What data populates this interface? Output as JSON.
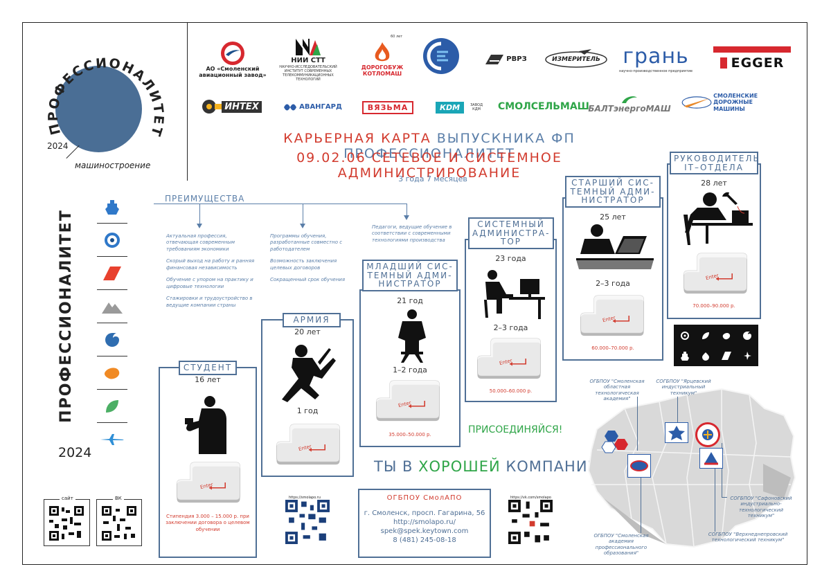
{
  "brand": {
    "arc_text": "ПРОФЕССИОНАЛИТЕТ",
    "year": "2024",
    "subtitle": "машиностроение",
    "vertical_title": "ПРОФЕССИОНАЛИТЕТ",
    "vertical_year": "2024",
    "colors": {
      "blue": "#4a6e95",
      "red": "#d23b2e",
      "green": "#2fa548",
      "orange": "#f08a24"
    }
  },
  "icons": [
    "ship-icon",
    "ring-icon",
    "parallelogram-icon",
    "mountain-icon",
    "swirl-icon",
    "blob-icon",
    "leaf-icon",
    "airplane-icon"
  ],
  "logos": {
    "row1": [
      {
        "name": "АО «Смоленский авиационный завод»"
      },
      {
        "name": "НИИ СТТ",
        "caption": "НАУЧНО-ИССЛЕДОВАТЕЛЬСКИЙ ИНСТИТУТ СОВРЕМЕННЫХ ТЕЛЕКОММУНИКАЦИОННЫХ ТЕХНОЛОГИЙ"
      },
      {
        "name": "ДОРОГОБУЖ КОТЛОМАШ",
        "badge": "60 лет"
      },
      {
        "name": ""
      },
      {
        "name": "РВРЗ"
      },
      {
        "name": "ИЗМЕРИТЕЛЬ"
      },
      {
        "name": "грань",
        "caption": "научно-производственное предприятие"
      },
      {
        "name": "EGGER"
      }
    ],
    "row2": [
      {
        "name": "ИНТЕХ"
      },
      {
        "name": "АВАНГАРД"
      },
      {
        "name": "ВЯЗЬМА"
      },
      {
        "name": "КDМ",
        "caption": "ЗАВОД КДМ"
      },
      {
        "name": "СМОЛСЕЛЬМАШ"
      },
      {
        "name": "БАЛТэнергоМАШ"
      },
      {
        "name": "СМОЛЕНСКИЕ ДОРОЖНЫЕ МАШИНЫ"
      }
    ]
  },
  "title": {
    "line1_red": "КАРЬЕРНАЯ КАРТА",
    "line1_blue": "ВЫПУСКНИКА ФП ПРОФЕССИОНАЛИТЕТ",
    "line2": "09.02.06 СЕТЕВОЕ И СИСТЕМНОЕ АДМИНИСТРИРОВАНИЕ",
    "duration": "3 года 7 месяцев"
  },
  "benefits": {
    "label": "ПРЕИМУЩЕСТВА",
    "col1": [
      "Актуальная профессия, отвечающая современным требованиям экономики",
      "Скорый выход на работу и ранняя финансовая независимость",
      "Обучение с упором на практику и цифровые технологии",
      "Стажировки и трудоустройство в ведущие компании страны"
    ],
    "col2": [
      "Программы обучения, разработанные совместно с работодателем",
      "Возможность заключения целевых договоров",
      "Сокращенный срок обучения"
    ],
    "col3": [
      "Педагоги, ведущие обучение в соответствии с современными технологиями производства"
    ]
  },
  "career": {
    "student": {
      "label": "СТУДЕНТ",
      "age": "16 лет",
      "salary": "Стипендия 3.000 – 15.000 р. при заключении договора о целевом обучении"
    },
    "army": {
      "label": "АРМИЯ",
      "age": "20 лет",
      "duration": "1 год"
    },
    "junior": {
      "label": "МЛАДШИЙ СИС-ТЕМНЫЙ АДМИ-НИСТРАТОР",
      "age": "21 год",
      "duration": "1–2 года",
      "salary": "35.000–50.000 р."
    },
    "sysadmin": {
      "label": "СИСТЕМНЫЙ АДМИНИСТРА-ТОР",
      "age": "23 года",
      "duration": "2–3 года",
      "salary": "50.000–60.000 р."
    },
    "senior": {
      "label": "СТАРШИЙ СИС-ТЕМНЫЙ АДМИ-НИСТРАТОР",
      "age": "25 лет",
      "duration": "2–3 года",
      "salary": "60.000–70.000 р."
    },
    "head": {
      "label": "РУКОВОДИТЕЛЬ IT–ОТДЕЛА",
      "age": "28 лет",
      "salary": "70.000–90.000 р."
    },
    "key_label": "Enter"
  },
  "join": "ПРИСОЕДИНЯЙСЯ!",
  "company": {
    "part1": "ТЫ В ",
    "part2": "ХОРОШЕЙ",
    "part3": " КОМПАНИИ!"
  },
  "contact": {
    "org": "ОГБПОУ СмолАПО",
    "address": "г. Смоленск, просп. Гагарина, 56",
    "url": "http://smolapo.ru/",
    "email": "spek@spek.keytown.com",
    "phone": "8 (481) 245-08-18"
  },
  "qr": {
    "site_label": "сайт",
    "vk_label": "ВК",
    "qr3_caption": "https://smolapo.ru",
    "qr4_caption": "https://vk.com/smolapo"
  },
  "map": {
    "labels": [
      "ОГБПОУ \"Смоленская областная технологическая академия\"",
      "СОГБПОУ \"Ярцевский индустриальный техникум\"",
      "СОГБПОУ \"Сафоновский индустриально-технологический техникум\"",
      "СОГБПОУ \"Верхнеднепровский технологический техникум\"",
      "ОГБПОУ \"Смоленская академия профессионального образования\""
    ]
  }
}
